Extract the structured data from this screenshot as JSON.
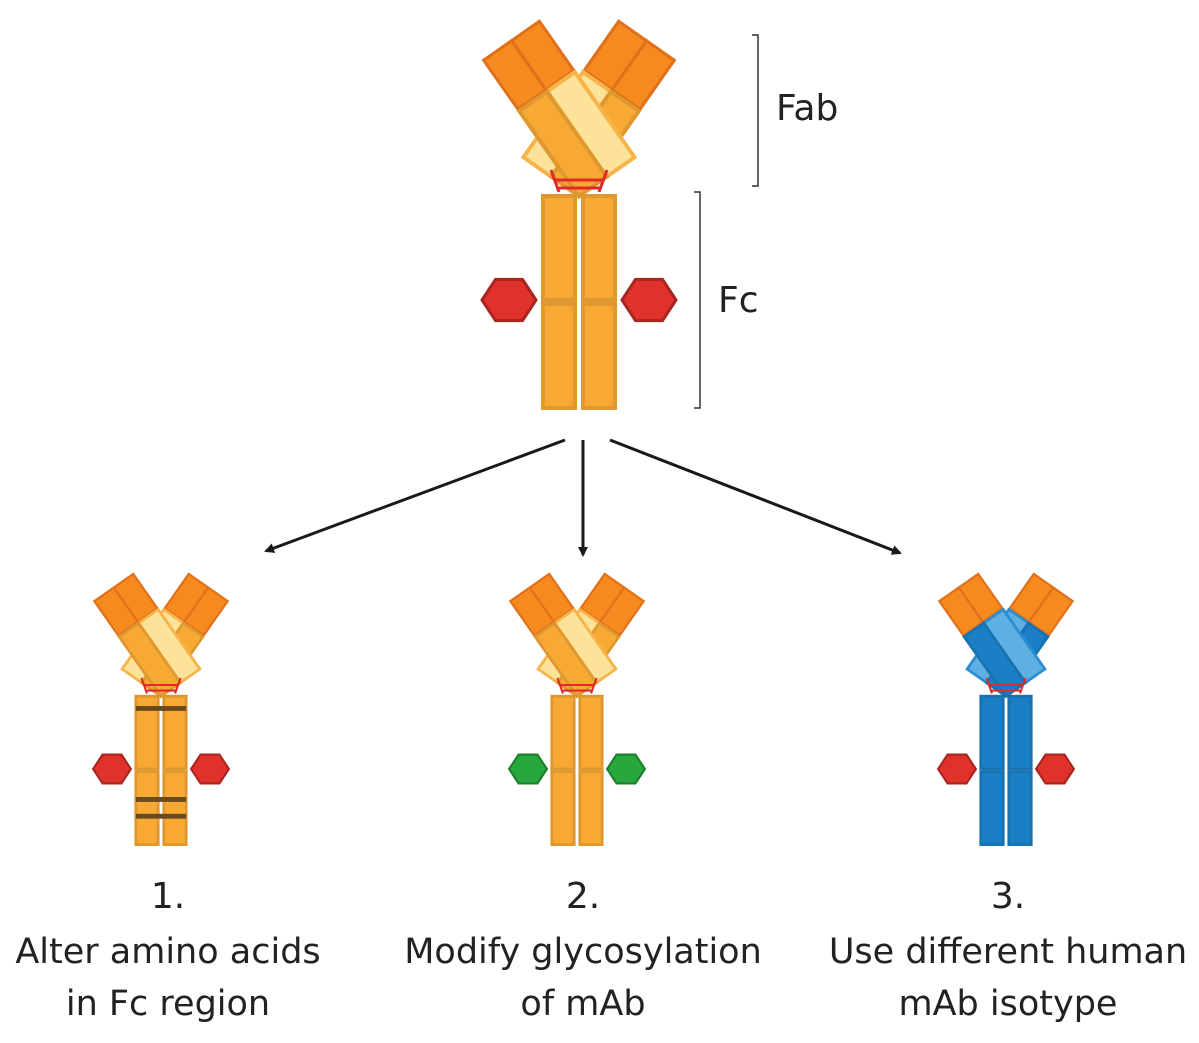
{
  "labels": {
    "fab": "Fab",
    "fc": "Fc"
  },
  "options": [
    {
      "number": "1.",
      "line1": "Alter amino acids",
      "line2": "in Fc region",
      "glycan_color": "#e0312b",
      "heavy_color": "#f7a934",
      "light_color": "#fde39a",
      "mutations": true
    },
    {
      "number": "2.",
      "line1": "Modify glycosylation",
      "line2": "of mAb",
      "glycan_color": "#27a83c",
      "heavy_color": "#f7a934",
      "light_color": "#fde39a",
      "mutations": false
    },
    {
      "number": "3.",
      "line1": "Use different human",
      "line2": "mAb isotype",
      "glycan_color": "#e0312b",
      "heavy_color": "#1b7fc6",
      "light_color": "#5fb0e2",
      "mutations": false
    }
  ],
  "colors": {
    "variable": "#f58a1f",
    "variable_dark": "#e0701a",
    "heavy": "#f7a934",
    "heavy_edge": "#f09a22",
    "light": "#fde39a",
    "light_edge": "#f7b44a",
    "disulfide": "#e02a2a",
    "glycan": "#e0312b",
    "arrow": "#1a1a1a",
    "text": "#222222"
  }
}
